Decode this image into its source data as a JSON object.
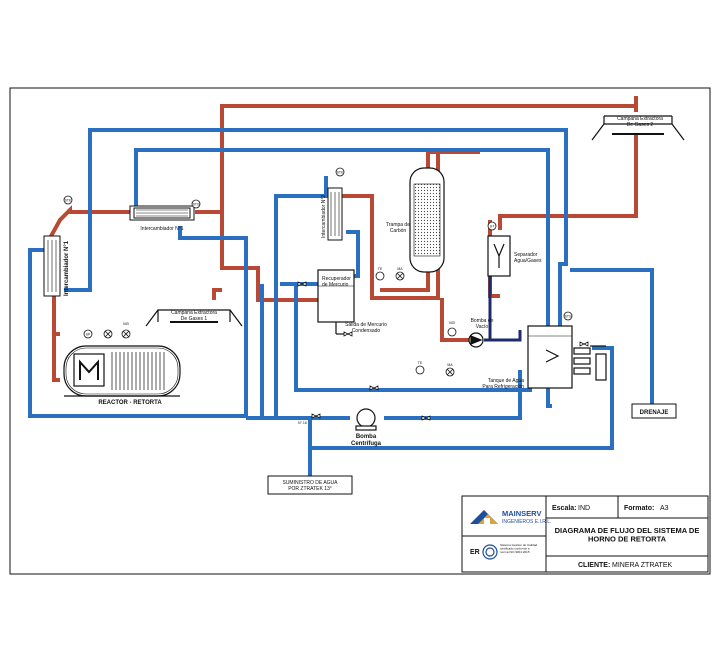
{
  "labels": {
    "campana_2": "Campana Extractora\nDe Gases 2",
    "campana_1": "Campana Extractora\nDe Gases 1",
    "intercambiador_1": "Intercambiador N°1",
    "intercambiador_1_side": "Intercambiador N°1",
    "intercambiador_2": "Intercambiador N°2",
    "trampa_carbon": "Trampa de\nCarbón",
    "separador": "Separador\nAgua/Gases",
    "recuperador": "Recuperador\nde Mercurio",
    "salida_mercurio": "Salida de Mercurio\nCondensado",
    "bomba_vacio": "Bomba de\nVacío",
    "tanque_agua": "Tanque de Agua\nPara Refrigeración",
    "reactor": "REACTOR - RETORTA",
    "bomba_centrifuga": "Bomba\nCentrífuga",
    "suministro": "SUMINISTRO DE AGUA\nPOR ZTRATEK 13°",
    "drenaje": "DRENAJE",
    "valvula_note": "N° 16",
    "tag_sp": "SP",
    "tag_m3": "M3",
    "tag_ste": "STE",
    "tag_te": "TE",
    "tag_st": "ST",
    "tag_ma": "MA",
    "tag_sts": "STS"
  },
  "title_block": {
    "escala_label": "Escala:",
    "escala_value": "IND",
    "formato_label": "Formato:",
    "formato_value": "A3",
    "company": "MAINSERV",
    "company_sub": "INGENIEROS E.I.R.L.",
    "title": "DIAGRAMA DE FLUJO DEL SISTEMA DE\nHORNO DE RETORTA",
    "cliente_label": "CLIENTE:",
    "cliente_value": "MINERA ZTRATEK",
    "cert_text": "Sistema Gestion de Calidad\ncertificado conforme a\nnorma ISO 9001:2015"
  },
  "colors": {
    "hot_line": "#b84a35",
    "cold_line": "#2a6fc0",
    "dark_line": "#1b2b6b",
    "stroke": "#111111",
    "logo_blue": "#1f4e9a",
    "logo_gold": "#d6a43a"
  }
}
